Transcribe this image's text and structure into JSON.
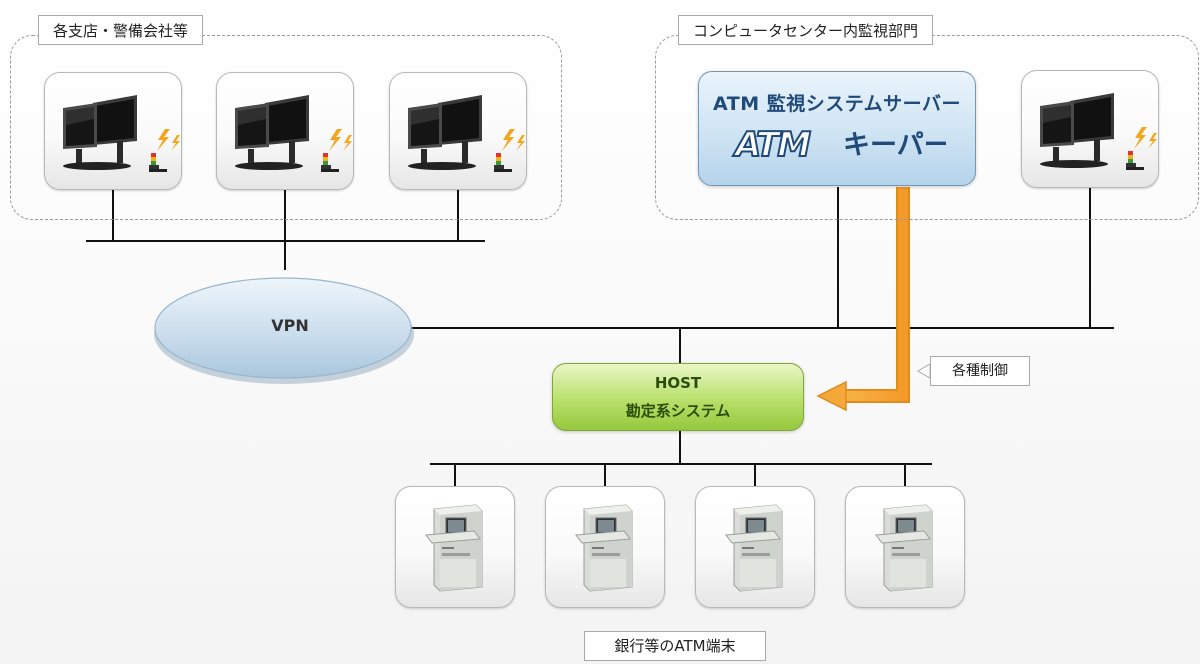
{
  "groups": {
    "branches_label": "各支店・警備会社等",
    "computer_center_label": "コンピュータセンター内監視部門"
  },
  "server": {
    "title": "ATM 監視システムサーバー",
    "logo_letters": "ATM",
    "logo_text": "キーパー"
  },
  "network": {
    "vpn_label": "VPN"
  },
  "host": {
    "line1": "HOST",
    "line2": "勘定系システム"
  },
  "control_callout": "各種制御",
  "atm_label": "銀行等のATM端末",
  "colors": {
    "server_fill": "#cfe4f3",
    "server_text": "#1f4a7a",
    "host_fill": "#b8e06a",
    "vpn_fill": "#c9dcea",
    "control_arrow": "#f5a83a",
    "line": "#111111",
    "alert": "#f0a020"
  },
  "icons": [
    "dual-monitor-icon",
    "warning-light-icon",
    "lightning-icon",
    "atm-machine-icon"
  ]
}
